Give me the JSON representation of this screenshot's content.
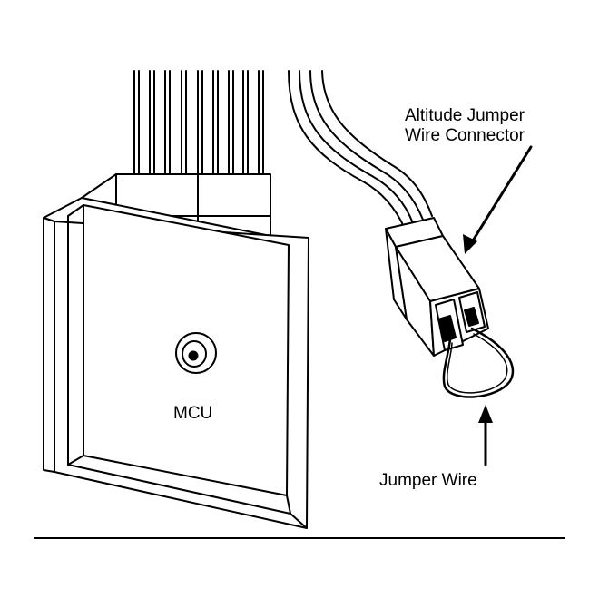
{
  "labels": {
    "mcu": "MCU",
    "altitude_line1": "Altitude Jumper",
    "altitude_line2": "Wire Connector",
    "jumper_wire": "Jumper Wire"
  },
  "colors": {
    "ink": "#000000",
    "paper": "#ffffff"
  }
}
